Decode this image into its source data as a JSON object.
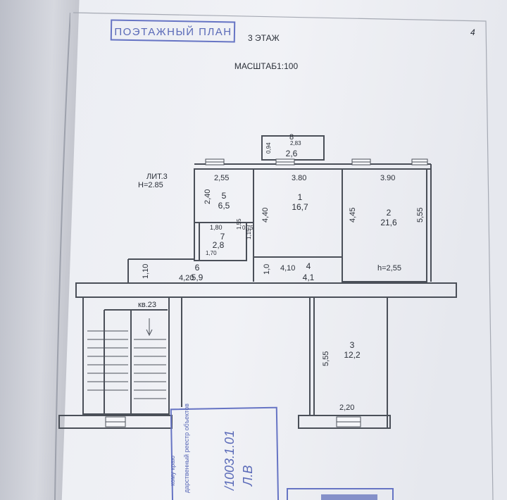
{
  "header": {
    "stamp_title": "ПОЭТАЖНЫЙ ПЛАН",
    "floor": "3 ЭТАЖ",
    "page_no": "4",
    "scale": "МАСШТАБ1:100"
  },
  "building": {
    "litera": "ЛИТ.3",
    "height": "Н=2.85",
    "room_height": "h=2,55",
    "apartment": "кв.23"
  },
  "rooms": [
    {
      "num": "1",
      "area": "16,7"
    },
    {
      "num": "2",
      "area": "21,6"
    },
    {
      "num": "3",
      "area": "12,2"
    },
    {
      "num": "4",
      "area": "4,1"
    },
    {
      "num": "5",
      "area": "6,5"
    },
    {
      "num": "6",
      "area": "5,9"
    },
    {
      "num": "7",
      "area": "2,8"
    },
    {
      "num": "8",
      "area": "2,6"
    }
  ],
  "dimensions": {
    "balcony_w": "2,83",
    "balcony_h": "0,94",
    "r5_w": "2,55",
    "r5_h": "2,40",
    "r1_w": "3.80",
    "r1_h": "4,40",
    "r2_w": "3.90",
    "r2_h_left": "4,45",
    "r2_h_right": "5,55",
    "bath_w": "1,80",
    "bath_h": "1,55",
    "bath_d1": "0,75",
    "bath_d2": "1,15",
    "bath_w2": "1,70",
    "hall_h": "1,10",
    "hall_w": "4,20",
    "corr_h": "1,0",
    "corr_w": "4,10",
    "r3_h": "5,55",
    "r3_w": "2,20"
  },
  "stamp_text": {
    "line1": "кому краю",
    "line2": "дарственный реестр объектов",
    "sig1": "/1003.1.01",
    "sig2": "Л.В"
  },
  "colors": {
    "ink": "#2a2f38",
    "stamp": "#5a6ab8",
    "paper": "#eceef3"
  }
}
